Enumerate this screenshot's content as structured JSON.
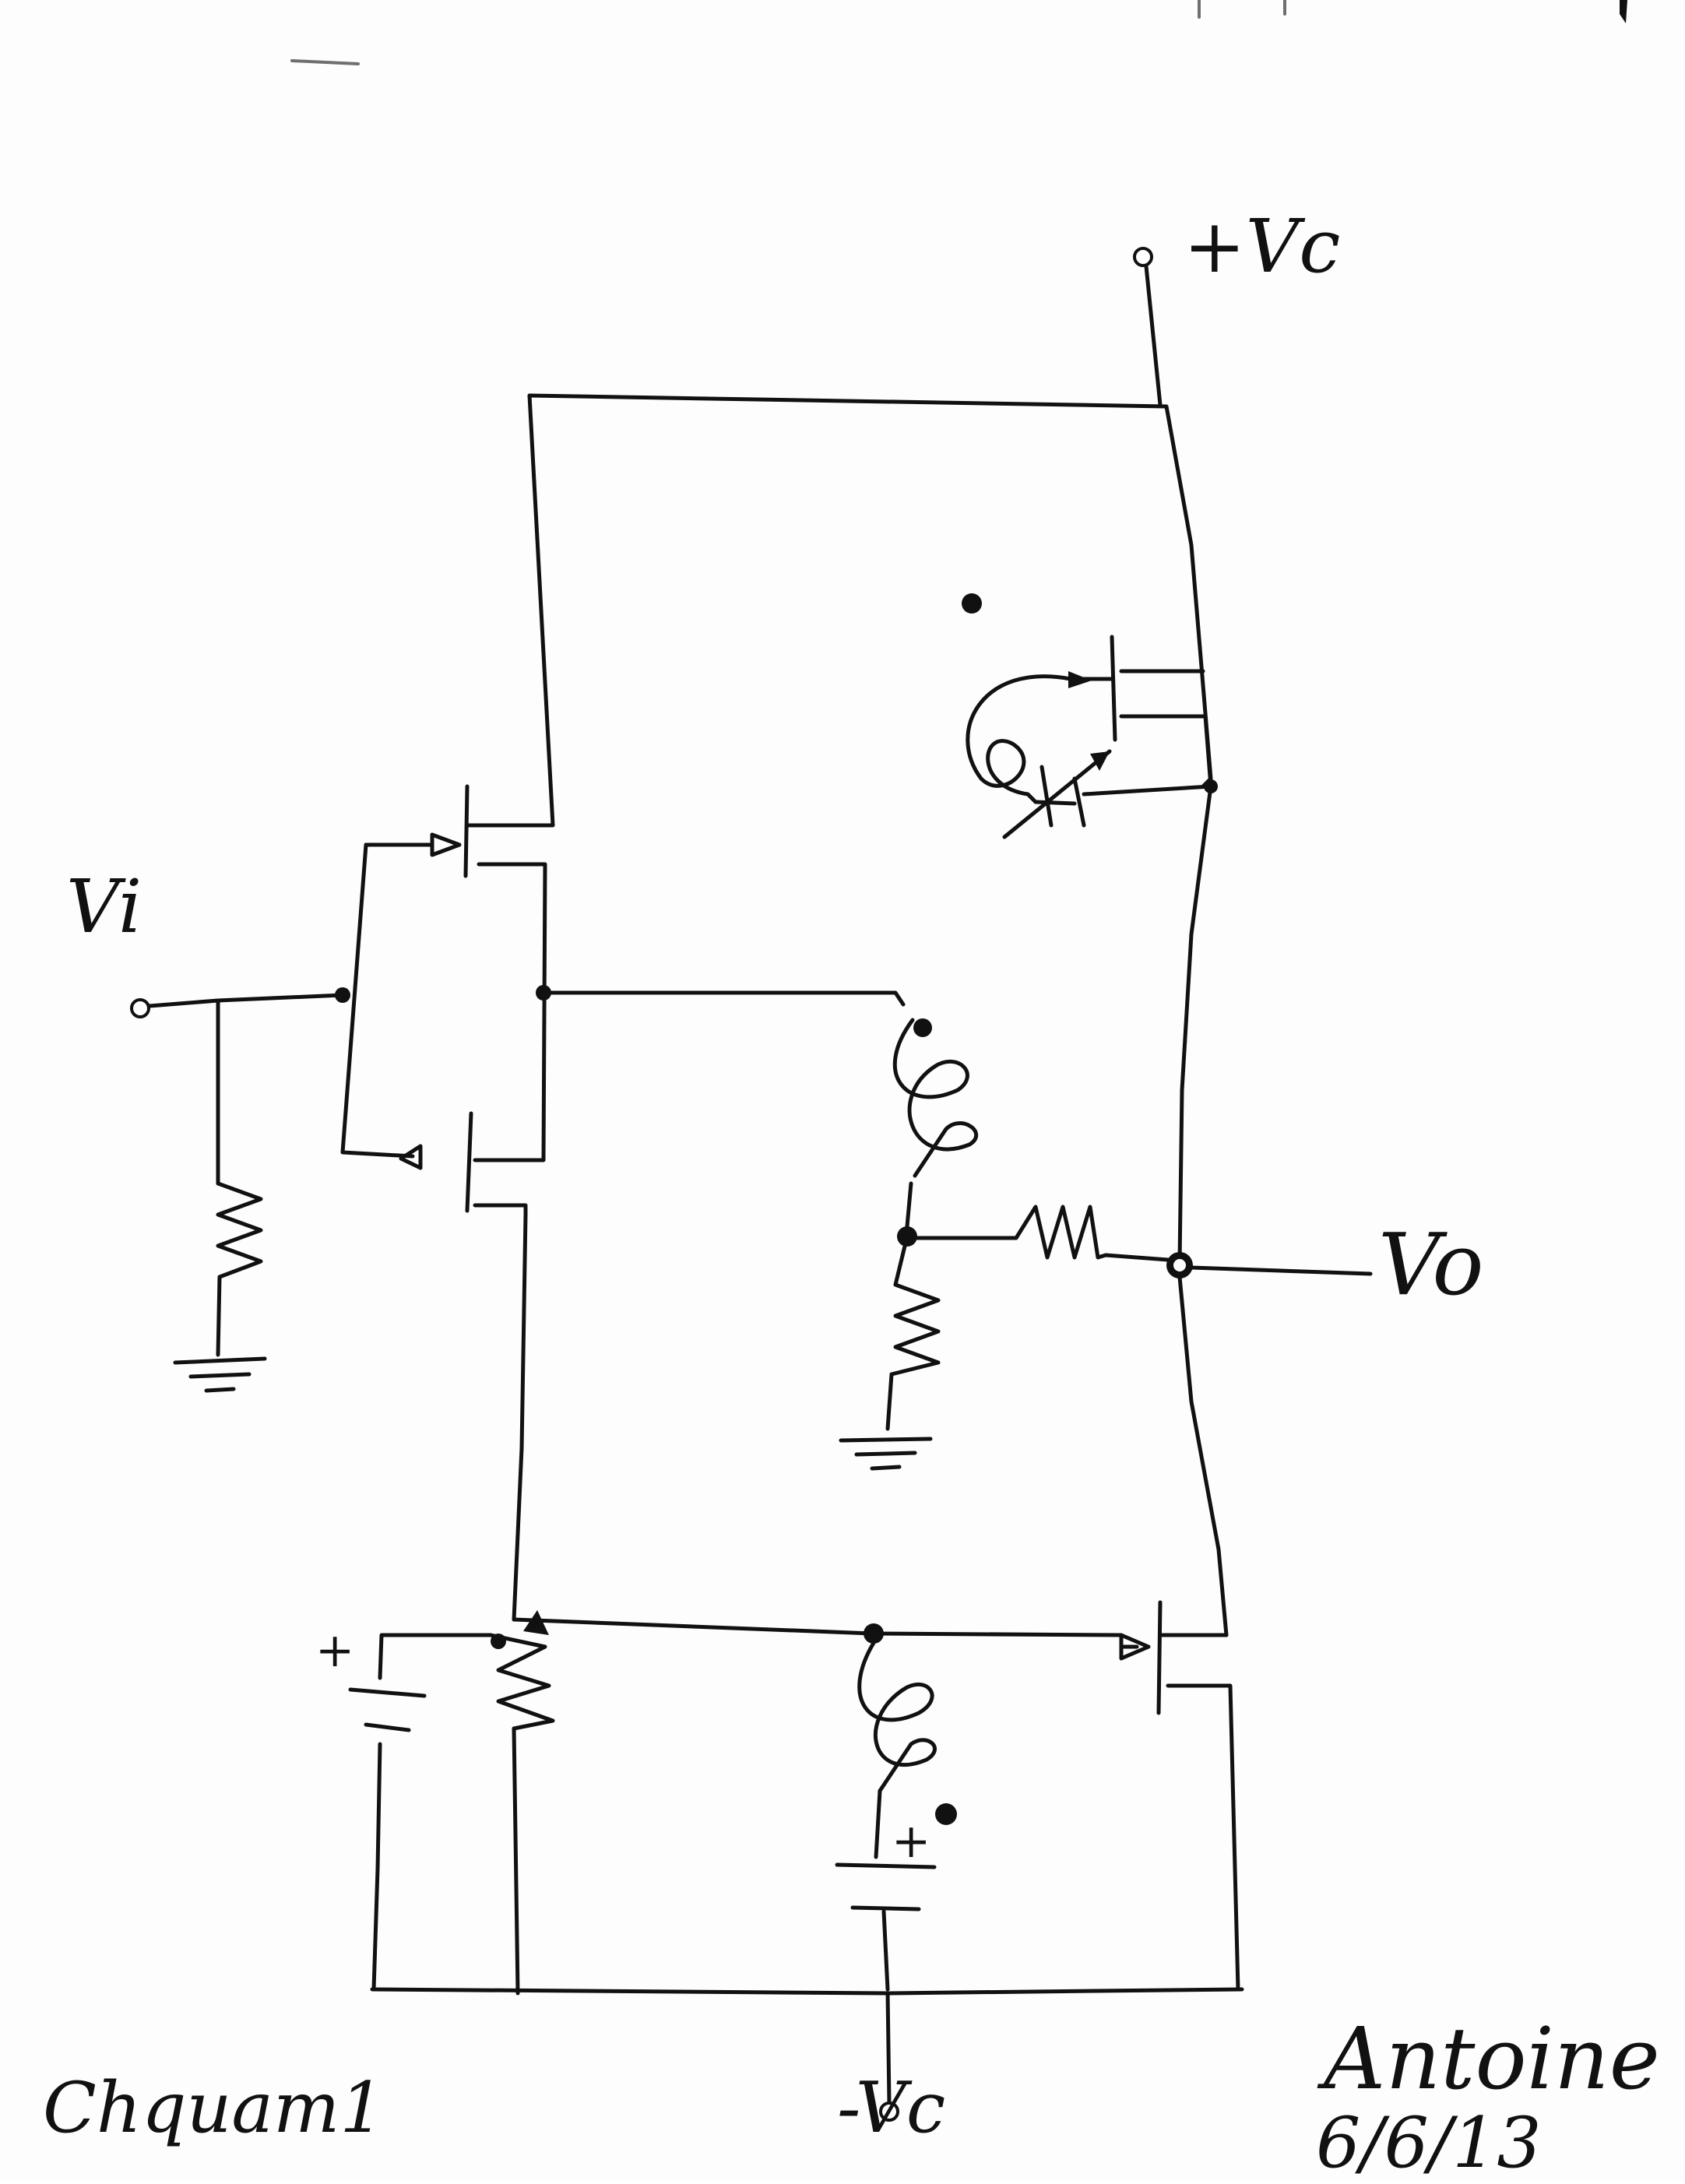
{
  "labels": {
    "vi": "Vi",
    "vc_pos": "+Vc",
    "vo": "Vo",
    "vc_neg": "-Vc",
    "plus_left": "+",
    "plus_bottom": "+",
    "footer_left": "Chquam1",
    "signature": "Antoine",
    "date": "6/6/13"
  }
}
